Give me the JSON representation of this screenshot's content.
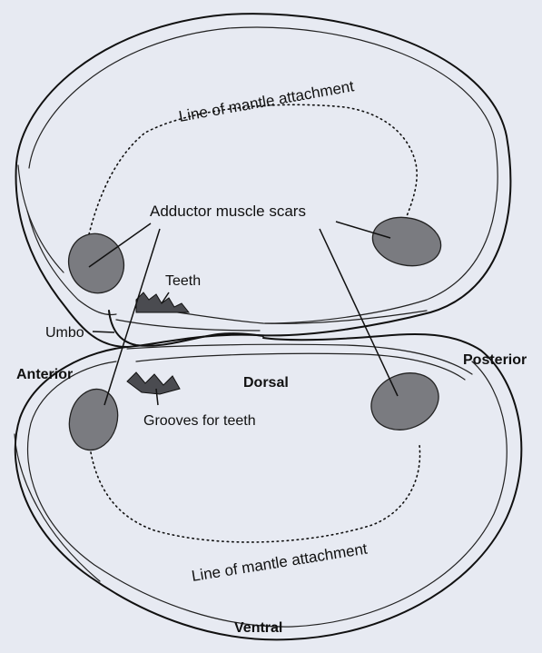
{
  "labels": {
    "mantle_top": "Line of mantle attachment",
    "adductor": "Adductor muscle scars",
    "teeth": "Teeth",
    "umbo": "Umbo",
    "anterior": "Anterior",
    "dorsal": "Dorsal",
    "posterior": "Posterior",
    "grooves": "Grooves for teeth",
    "mantle_bottom": "Line of mantle attachment",
    "ventral": "Ventral"
  },
  "colors": {
    "background": "#e7eaf2",
    "ink": "#111111",
    "scar_fill": "#7a7b80"
  }
}
